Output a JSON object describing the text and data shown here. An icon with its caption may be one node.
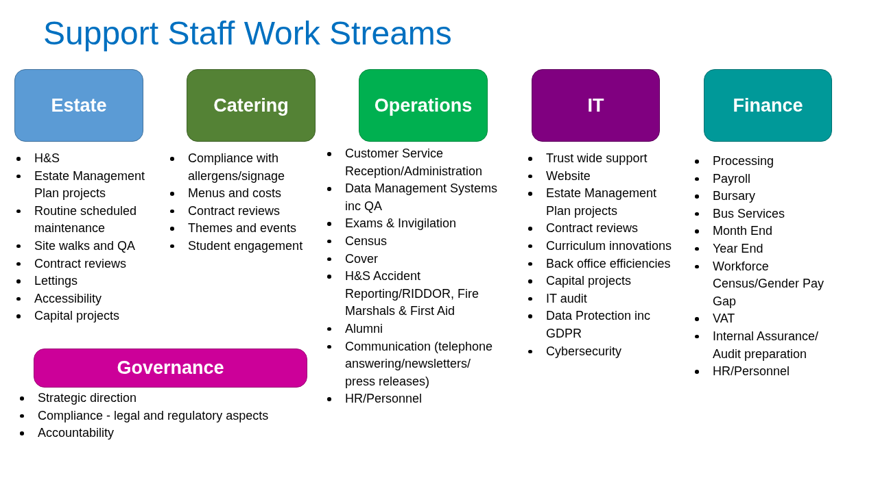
{
  "diagram": {
    "title": "Support Staff Work Streams",
    "nodes": [
      {
        "text": [
          "Estate"
        ],
        "beside": [
          "H&S",
          "Estate Management Plan projects",
          "Routine scheduled maintenance",
          "Site walks and QA",
          "Contract reviews",
          "Lettings",
          "Accessibility",
          "Capital projects"
        ]
      },
      {
        "text": [
          "Catering"
        ],
        "beside": [
          "Compliance with allergens/signage",
          "Menus and costs",
          "Contract reviews",
          "Themes and events",
          "Student engagement"
        ]
      },
      {
        "text": [
          "Operations"
        ],
        "beside": [
          "Customer Service Reception/Administration",
          "Data Management Systems inc QA",
          "Exams & Invigilation",
          "Census",
          "Cover",
          "H&S Accident Reporting/RIDDOR, Fire Marshals & First Aid",
          "Alumni",
          "Communication (telephone answering/newsletters/ press releases)",
          "HR/Personnel"
        ]
      },
      {
        "text": [
          "IT"
        ],
        "beside": [
          "Trust wide support",
          "Website",
          "Estate Management Plan projects",
          "Contract reviews",
          "Curriculum innovations",
          "Back office efficiencies",
          "Capital projects",
          "IT audit",
          "Data Protection inc GDPR",
          "Cybersecurity"
        ]
      },
      {
        "text": [
          "Finance"
        ],
        "beside": [
          "Processing",
          "Payroll",
          "Bursary",
          "Bus Services",
          "Month End",
          "Year End",
          "Workforce Census/Gender Pay Gap",
          "VAT",
          "Internal Assurance/ Audit preparation",
          "HR/Personnel"
        ]
      },
      {
        "text": [
          "Governance"
        ],
        "beside": [
          "Strategic direction",
          "Compliance - legal and regulatory aspects",
          "Accountability"
        ]
      }
    ]
  }
}
